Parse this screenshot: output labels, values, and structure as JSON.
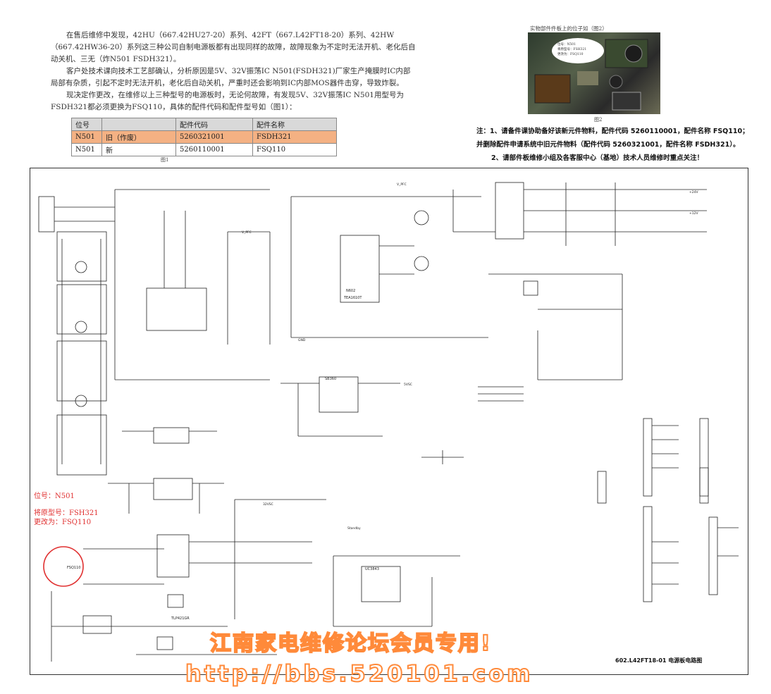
{
  "intro": {
    "p1": "在售后维修中发现，42HU（667.42HU27-20）系列、42FT（667.L42FT18-20）系列、42HW（667.42HW36-20）系列这三种公司自制电源板都有出现同样的故障，故障现象为不定时无法开机、老化后自动关机、三无（炸N501 FSDH321）。",
    "p2": "客户处技术课向技术工艺部确认，分析原因是5V、32V振荡IC N501(FSDH321)厂家生产掩膜时IC内部局部有杂质，引起不定时无法开机，老化后自动关机，严重时还会影响到IC内部MOS器件击穿，导致炸裂。",
    "p3": "现决定作更改，在维修以上三种型号的电源板时，无论何故障，有发现5V、32V振荡IC N501用型号为FSDH321都必须更换为FSQ110，具体的配件代码和配件型号如（图1）："
  },
  "parts_table": {
    "headers": [
      "位号",
      "",
      "配件代码",
      "配件名称"
    ],
    "rows": [
      [
        "N501",
        "旧（作废）",
        "5260321001",
        "FSDH321"
      ],
      [
        "N501",
        "新",
        "5260110001",
        "FSQ110"
      ]
    ],
    "caption": "图1"
  },
  "photo": {
    "title": "实物部件件板上的位子如（图2）",
    "bubble": [
      "位号：N501",
      "将原型号：FSH321",
      "更改为：FSQ110"
    ],
    "caption": "图2"
  },
  "notes": {
    "n1": "注：1、请备件课协助备好该新元件物料，配件代码 5260110001，配件名称 FSQ110；",
    "n2": "并删除配件申请系统中旧元件物料（配件代码 5260321001，配件名称 FSDH321）。",
    "n3": "2、请部件板维修小组及各客服中心（基地）技术人员维修时重点关注！"
  },
  "schematic": {
    "red_label_pos": "位号：N501",
    "red_label_orig": "将原型号：FSH321",
    "red_label_new": "更改为：FSQ110",
    "title": "602.L42FT18-01 电源板电路图",
    "ic_labels": [
      "TEA1610T",
      "N602",
      "SB360",
      "FSQ110",
      "TLP421GR",
      "UC3843"
    ],
    "net_labels": [
      "V_PFC",
      "+24V",
      "+12V",
      "5VSC",
      "32VSC",
      "Standby",
      "V_PFC",
      "GND"
    ]
  },
  "watermark": {
    "line1": "江南家电维修论坛会员专用!",
    "line2": "http://bbs.520101.com"
  },
  "colors": {
    "highlight_row": "#f4b183",
    "red_text": "#e03030",
    "watermark_stroke": "#ff8a3a"
  }
}
